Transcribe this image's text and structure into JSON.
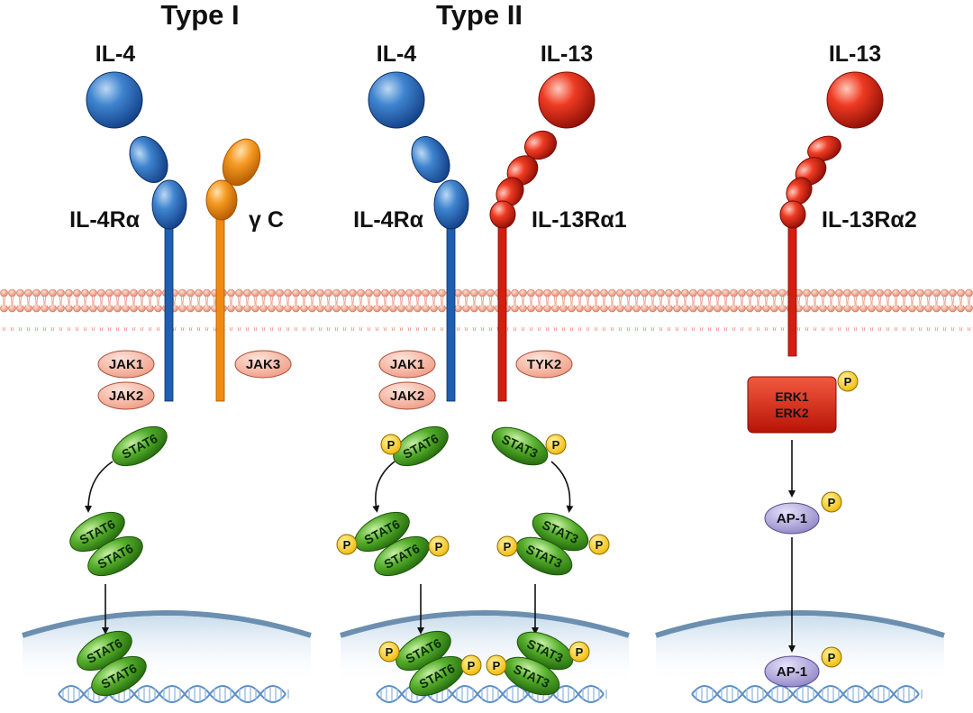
{
  "colors": {
    "il4": "#1f5fb0",
    "il13": "#d41f10",
    "gamma_c": "#f08a12",
    "stat": "#4aa322",
    "phospho": "#f6c400",
    "ap1": "#9f93d4",
    "kinase": "#f7b8a6",
    "membrane": "#f2a78f"
  },
  "type1": {
    "title": "Type I",
    "ligand": "IL-4",
    "receptor1": "IL-4Rα",
    "receptor2": "γ C",
    "kinases": [
      "JAK1",
      "JAK2",
      "JAK3"
    ],
    "stat": "STAT6"
  },
  "type2": {
    "title": "Type II",
    "ligand1": "IL-4",
    "ligand2": "IL-13",
    "receptor1": "IL-4Rα",
    "receptor2": "IL-13Rα1",
    "kinases": [
      "JAK1",
      "JAK2",
      "TYK2"
    ],
    "stat6": "STAT6",
    "stat3": "STAT3"
  },
  "decoy": {
    "ligand": "IL-13",
    "receptor": "IL-13Rα2",
    "erk1": "ERK1",
    "erk2": "ERK2",
    "ap1": "AP-1"
  },
  "phospho_label": "P",
  "icons": {
    "cytokine": "sphere-icon",
    "membrane": "lipid-bilayer-icon",
    "nucleus": "nuclear-envelope-icon",
    "dna": "dna-helix-icon"
  }
}
